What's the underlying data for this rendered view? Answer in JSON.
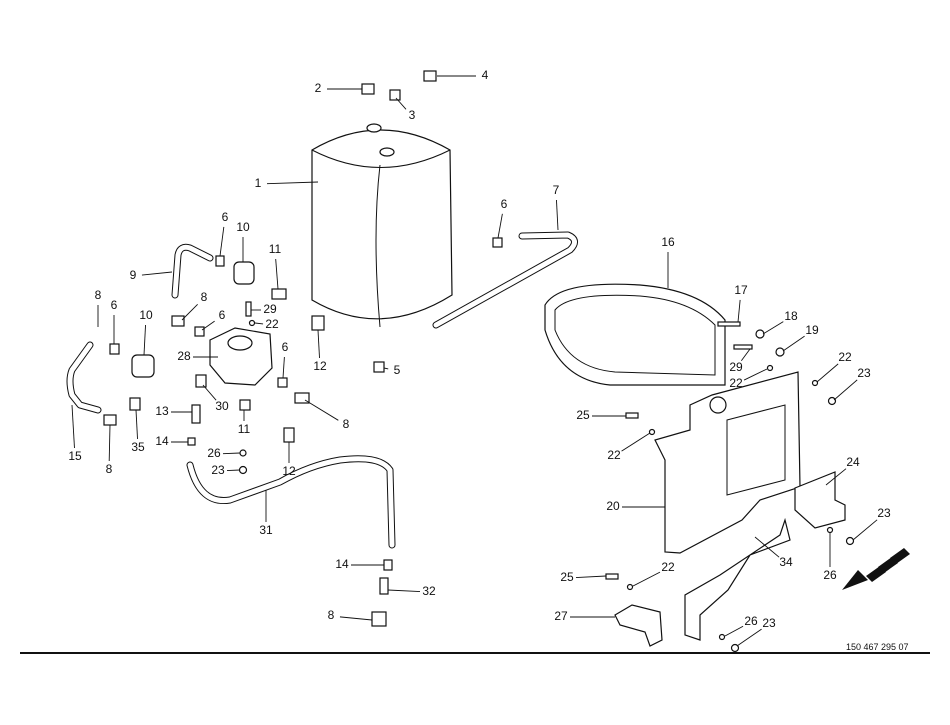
{
  "drawing_number": "150 467 295 07",
  "callouts": [
    "1",
    "2",
    "3",
    "4",
    "5",
    "6",
    "7",
    "6",
    "10",
    "9",
    "11",
    "8",
    "6",
    "10",
    "8",
    "29",
    "6",
    "22",
    "28",
    "6",
    "12",
    "30",
    "13",
    "11",
    "8",
    "14",
    "26",
    "23",
    "12",
    "15",
    "8",
    "35",
    "31",
    "16",
    "17",
    "18",
    "19",
    "29",
    "22",
    "22",
    "23",
    "25",
    "22",
    "20",
    "24",
    "23",
    "26",
    "34",
    "14",
    "32",
    "25",
    "22",
    "8",
    "27",
    "26",
    "23"
  ],
  "direction_arrow": "forward-direction-arrow"
}
